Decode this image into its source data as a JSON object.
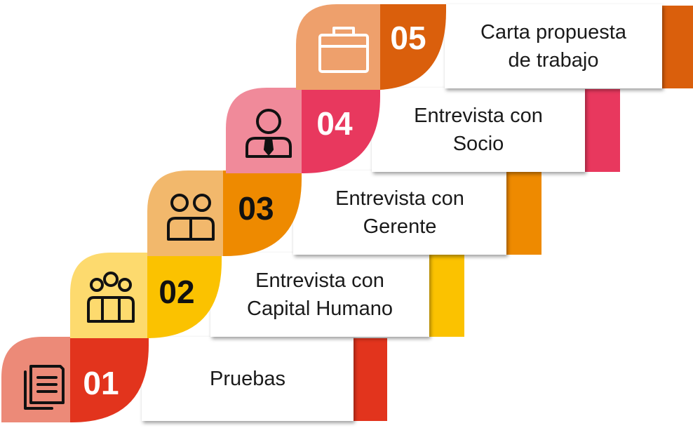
{
  "steps": [
    {
      "number": "01",
      "label": "Pruebas",
      "icon": "documents-icon",
      "color": "#E2341D",
      "light": "#EC8A78",
      "number_color": "#ffffff"
    },
    {
      "number": "02",
      "label": "Entrevista con\nCapital Humano",
      "icon": "group-icon",
      "color": "#FBC200",
      "light": "#FDDA6E",
      "number_color": "#111111"
    },
    {
      "number": "03",
      "label": "Entrevista con\nGerente",
      "icon": "pair-icon",
      "color": "#EE8A00",
      "light": "#F2B86C",
      "number_color": "#111111"
    },
    {
      "number": "04",
      "label": "Entrevista con\nSocio",
      "icon": "person-tie-icon",
      "color": "#E8385E",
      "light": "#F08A9A",
      "number_color": "#ffffff"
    },
    {
      "number": "05",
      "label": "Carta propuesta\nde trabajo",
      "icon": "briefcase-icon",
      "color": "#DA5F0C",
      "light": "#EEA06C",
      "number_color": "#ffffff"
    }
  ]
}
